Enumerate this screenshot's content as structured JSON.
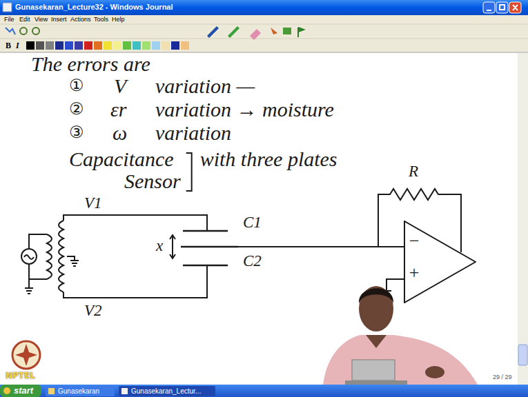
{
  "diagram": {
    "nodes": [
      {
        "text": [
          "−",
          "+"
        ]
      }
    ],
    "labels": [
      "Gunasekaran_Lecture32 - Windows Journal",
      "File",
      "Edit",
      "View",
      "Insert",
      "Actions",
      "Tools",
      "Help",
      "B",
      "I",
      "The errors are",
      "①",
      "V",
      "variation —",
      "②",
      "εr",
      "variation → moisture",
      "③",
      "ω",
      "variation",
      "Capacitance",
      "Sensor",
      "with three plates",
      "R",
      "V1",
      "C1",
      "x",
      "C2",
      "V2",
      "29 / 29",
      "NPTEL",
      "start",
      "Gunasekaran",
      "Gunasekaran_Lectur..."
    ]
  }
}
